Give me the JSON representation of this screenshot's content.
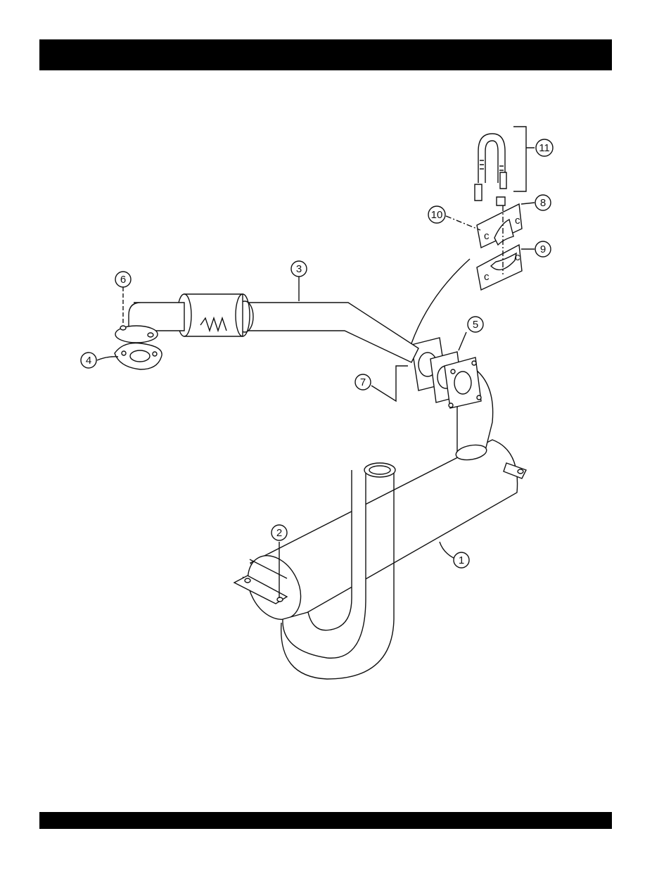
{
  "header": {
    "title": ""
  },
  "footer": {
    "text": ""
  },
  "callouts": [
    {
      "id": "c1",
      "label": "1"
    },
    {
      "id": "c2",
      "label": "2"
    },
    {
      "id": "c3",
      "label": "3"
    },
    {
      "id": "c4",
      "label": "4"
    },
    {
      "id": "c5",
      "label": "5"
    },
    {
      "id": "c6",
      "label": "6"
    },
    {
      "id": "c7",
      "label": "7"
    },
    {
      "id": "c8",
      "label": "8"
    },
    {
      "id": "c9",
      "label": "9"
    },
    {
      "id": "c10",
      "label": "10"
    },
    {
      "id": "c11",
      "label": "11"
    }
  ],
  "colors": {
    "ink": "#111111",
    "bar": "#000000",
    "paper": "#ffffff"
  }
}
